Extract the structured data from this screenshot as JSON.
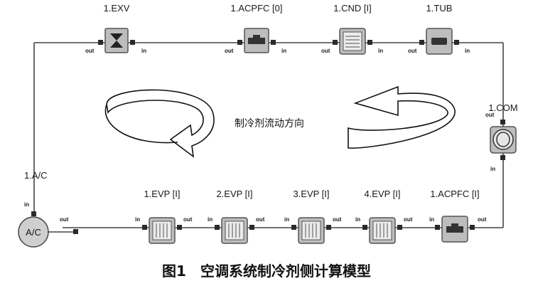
{
  "diagram": {
    "components": {
      "exv": {
        "label": "1.EXV",
        "in": "in",
        "out": "out"
      },
      "acpfc_top": {
        "label": "1.ACPFC [0]",
        "in": "in",
        "out": "out"
      },
      "cnd": {
        "label": "1.CND [I]",
        "in": "in",
        "out": "out"
      },
      "tub": {
        "label": "1.TUB",
        "in": "in",
        "out": "out"
      },
      "com": {
        "label": "1.COM",
        "in": "in",
        "out": "out"
      },
      "ac": {
        "label": "1.A/C",
        "symbol": "A/C",
        "in": "in",
        "out": "out"
      },
      "evp1": {
        "label": "1.EVP [I]",
        "in": "in",
        "out": "out"
      },
      "evp2": {
        "label": "2.EVP [I]",
        "in": "in",
        "out": "out"
      },
      "evp3": {
        "label": "3.EVP [I]",
        "in": "in",
        "out": "out"
      },
      "evp4": {
        "label": "4.EVP [I]",
        "in": "in",
        "out": "out"
      },
      "acpfc_bot": {
        "label": "1.ACPFC [I]",
        "in": "in",
        "out": "out"
      }
    },
    "center_label": "制冷剂流动方向",
    "caption": "图1　空调系统制冷剂侧计算模型",
    "colors": {
      "pipe": "#444444",
      "body": "#bdbdbd",
      "accent": "#3a3a3a"
    }
  }
}
